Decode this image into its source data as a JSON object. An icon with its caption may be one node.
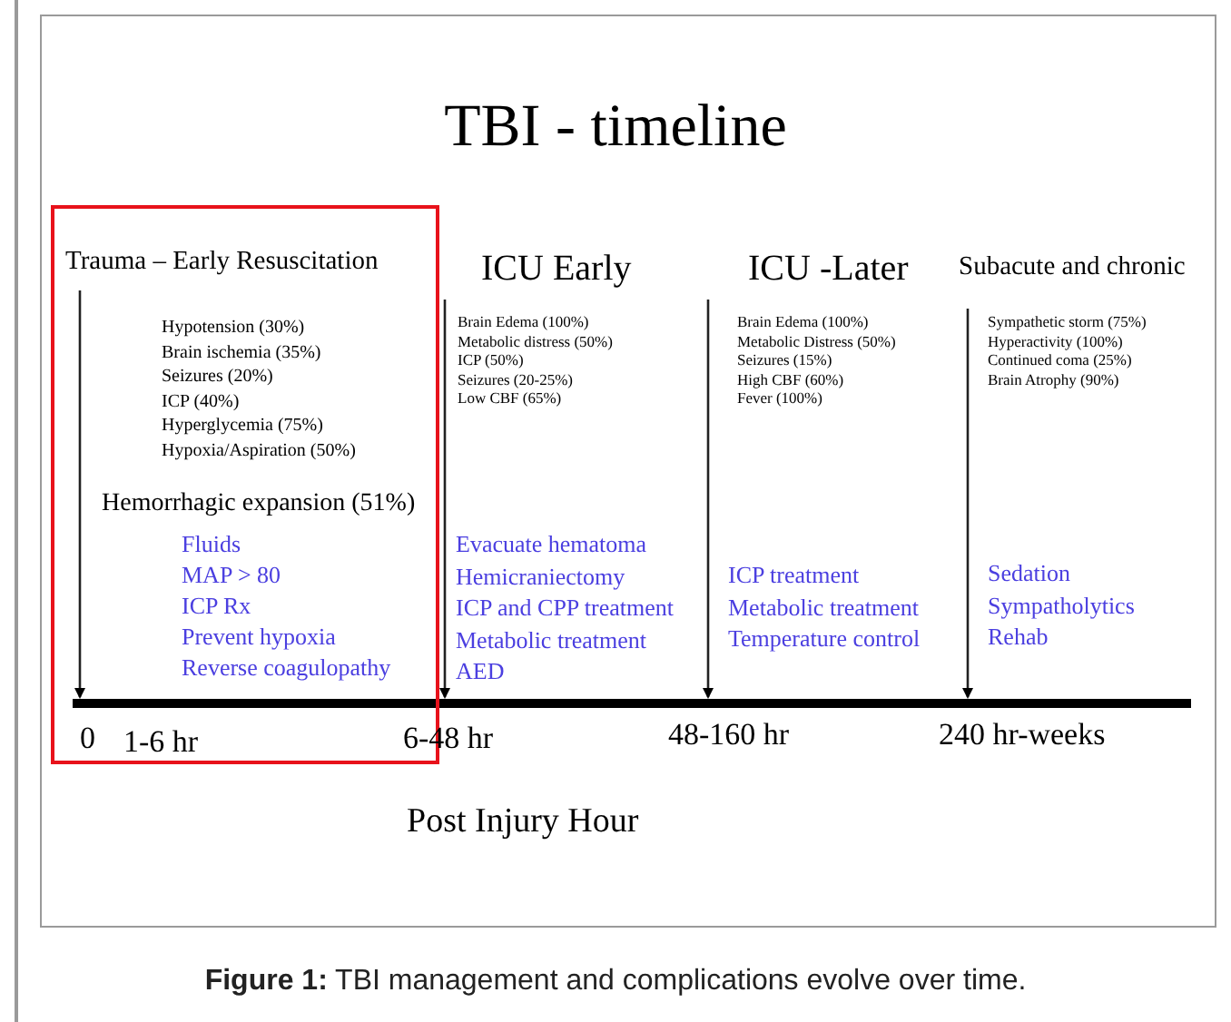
{
  "diagram": {
    "title": "TBI - timeline",
    "caption": "**Figure 1:** TBI management and complications evolve over time.",
    "nodes": [
      {
        "text": [
          "Trauma – Early Resuscitation",
          "Hypotension (30%)",
          "Brain ischemia (35%)",
          "Seizures (20%)",
          "ICP (40%)",
          "Hyperglycemia (75%)",
          "Hypoxia/Aspiration (50%)",
          "Hemorrhagic expansion (51%)",
          "Fluids",
          "MAP > 80",
          "ICP Rx",
          "Prevent hypoxia",
          "Reverse coagulopathy",
          "0",
          "1-6 hr"
        ]
      }
    ],
    "labels": [
      "ICU Early",
      "Brain Edema (100%)",
      "Metabolic distress (50%)",
      "ICP (50%)",
      "Seizures (20-25%)",
      "Low CBF (65%)",
      "Evacuate hematoma",
      "Hemicraniectomy",
      "ICP and CPP treatment",
      "Metabolic treatment",
      "AED",
      "ICU -Later",
      "Brain Edema (100%)",
      "Metabolic Distress (50%)",
      "Seizures (15%)",
      "High CBF (60%)",
      "Fever (100%)",
      "ICP treatment",
      "Metabolic treatment",
      "Temperature control",
      "Subacute and chronic",
      "Sympathetic storm (75%)",
      "Hyperactivity (100%)",
      "Continued coma (25%)",
      "Brain Atrophy (90%)",
      "Sedation",
      "Sympatholytics",
      "Rehab",
      "6-48 hr",
      "48-160 hr",
      "240 hr-weeks",
      "Post Injury Hour"
    ]
  }
}
